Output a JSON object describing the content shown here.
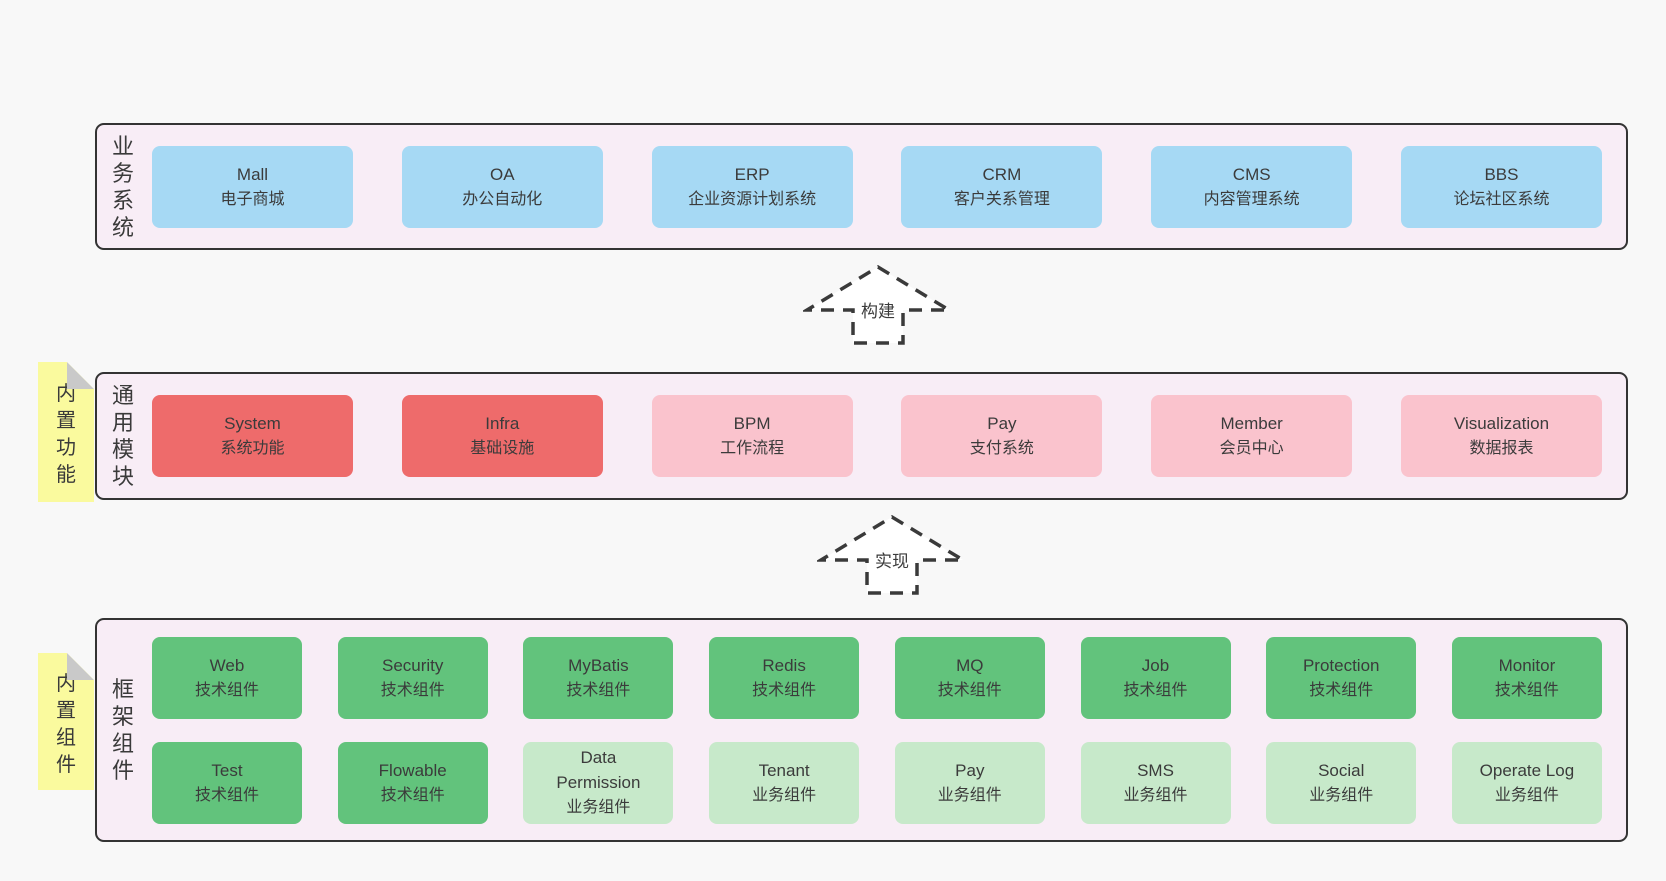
{
  "colors": {
    "page_bg": "#f8f8f8",
    "panel_bg": "#f8edf6",
    "panel_border": "#333333",
    "blue_box": "#a6d9f4",
    "red_box": "#ee6b6b",
    "pink_box": "#fac3cd",
    "green_box": "#62c37c",
    "light_green_box": "#c7e9ca",
    "tag_yellow": "#fafa9e",
    "tag_fold_gray": "#c9c9c9",
    "text": "#3b3b3b"
  },
  "business_panel": {
    "label": "业务系统",
    "items": [
      {
        "name": "Mall",
        "desc": "电子商城"
      },
      {
        "name": "OA",
        "desc": "办公自动化"
      },
      {
        "name": "ERP",
        "desc": "企业资源计划系统"
      },
      {
        "name": "CRM",
        "desc": "客户关系管理"
      },
      {
        "name": "CMS",
        "desc": "内容管理系统"
      },
      {
        "name": "BBS",
        "desc": "论坛社区系统"
      }
    ]
  },
  "build_arrow": {
    "label": "构建"
  },
  "modules_panel": {
    "tag": "内置功能",
    "label": "通用模块",
    "items": [
      {
        "name": "System",
        "desc": "系统功能"
      },
      {
        "name": "Infra",
        "desc": "基础设施"
      },
      {
        "name": "BPM",
        "desc": "工作流程"
      },
      {
        "name": "Pay",
        "desc": "支付系统"
      },
      {
        "name": "Member",
        "desc": "会员中心"
      },
      {
        "name": "Visualization",
        "desc": "数据报表"
      }
    ]
  },
  "implement_arrow": {
    "label": "实现"
  },
  "framework_panel": {
    "tag": "内置组件",
    "label": "框架组件",
    "row1": [
      {
        "name": "Web",
        "desc": "技术组件"
      },
      {
        "name": "Security",
        "desc": "技术组件"
      },
      {
        "name": "MyBatis",
        "desc": "技术组件"
      },
      {
        "name": "Redis",
        "desc": "技术组件"
      },
      {
        "name": "MQ",
        "desc": "技术组件"
      },
      {
        "name": "Job",
        "desc": "技术组件"
      },
      {
        "name": "Protection",
        "desc": "技术组件"
      },
      {
        "name": "Monitor",
        "desc": "技术组件"
      }
    ],
    "row2": [
      {
        "name": "Test",
        "desc": "技术组件"
      },
      {
        "name": "Flowable",
        "desc": "技术组件"
      },
      {
        "name": "Data Permission",
        "desc": "业务组件"
      },
      {
        "name": "Tenant",
        "desc": "业务组件"
      },
      {
        "name": "Pay",
        "desc": "业务组件"
      },
      {
        "name": "SMS",
        "desc": "业务组件"
      },
      {
        "name": "Social",
        "desc": "业务组件"
      },
      {
        "name": "Operate Log",
        "desc": "业务组件"
      }
    ]
  }
}
